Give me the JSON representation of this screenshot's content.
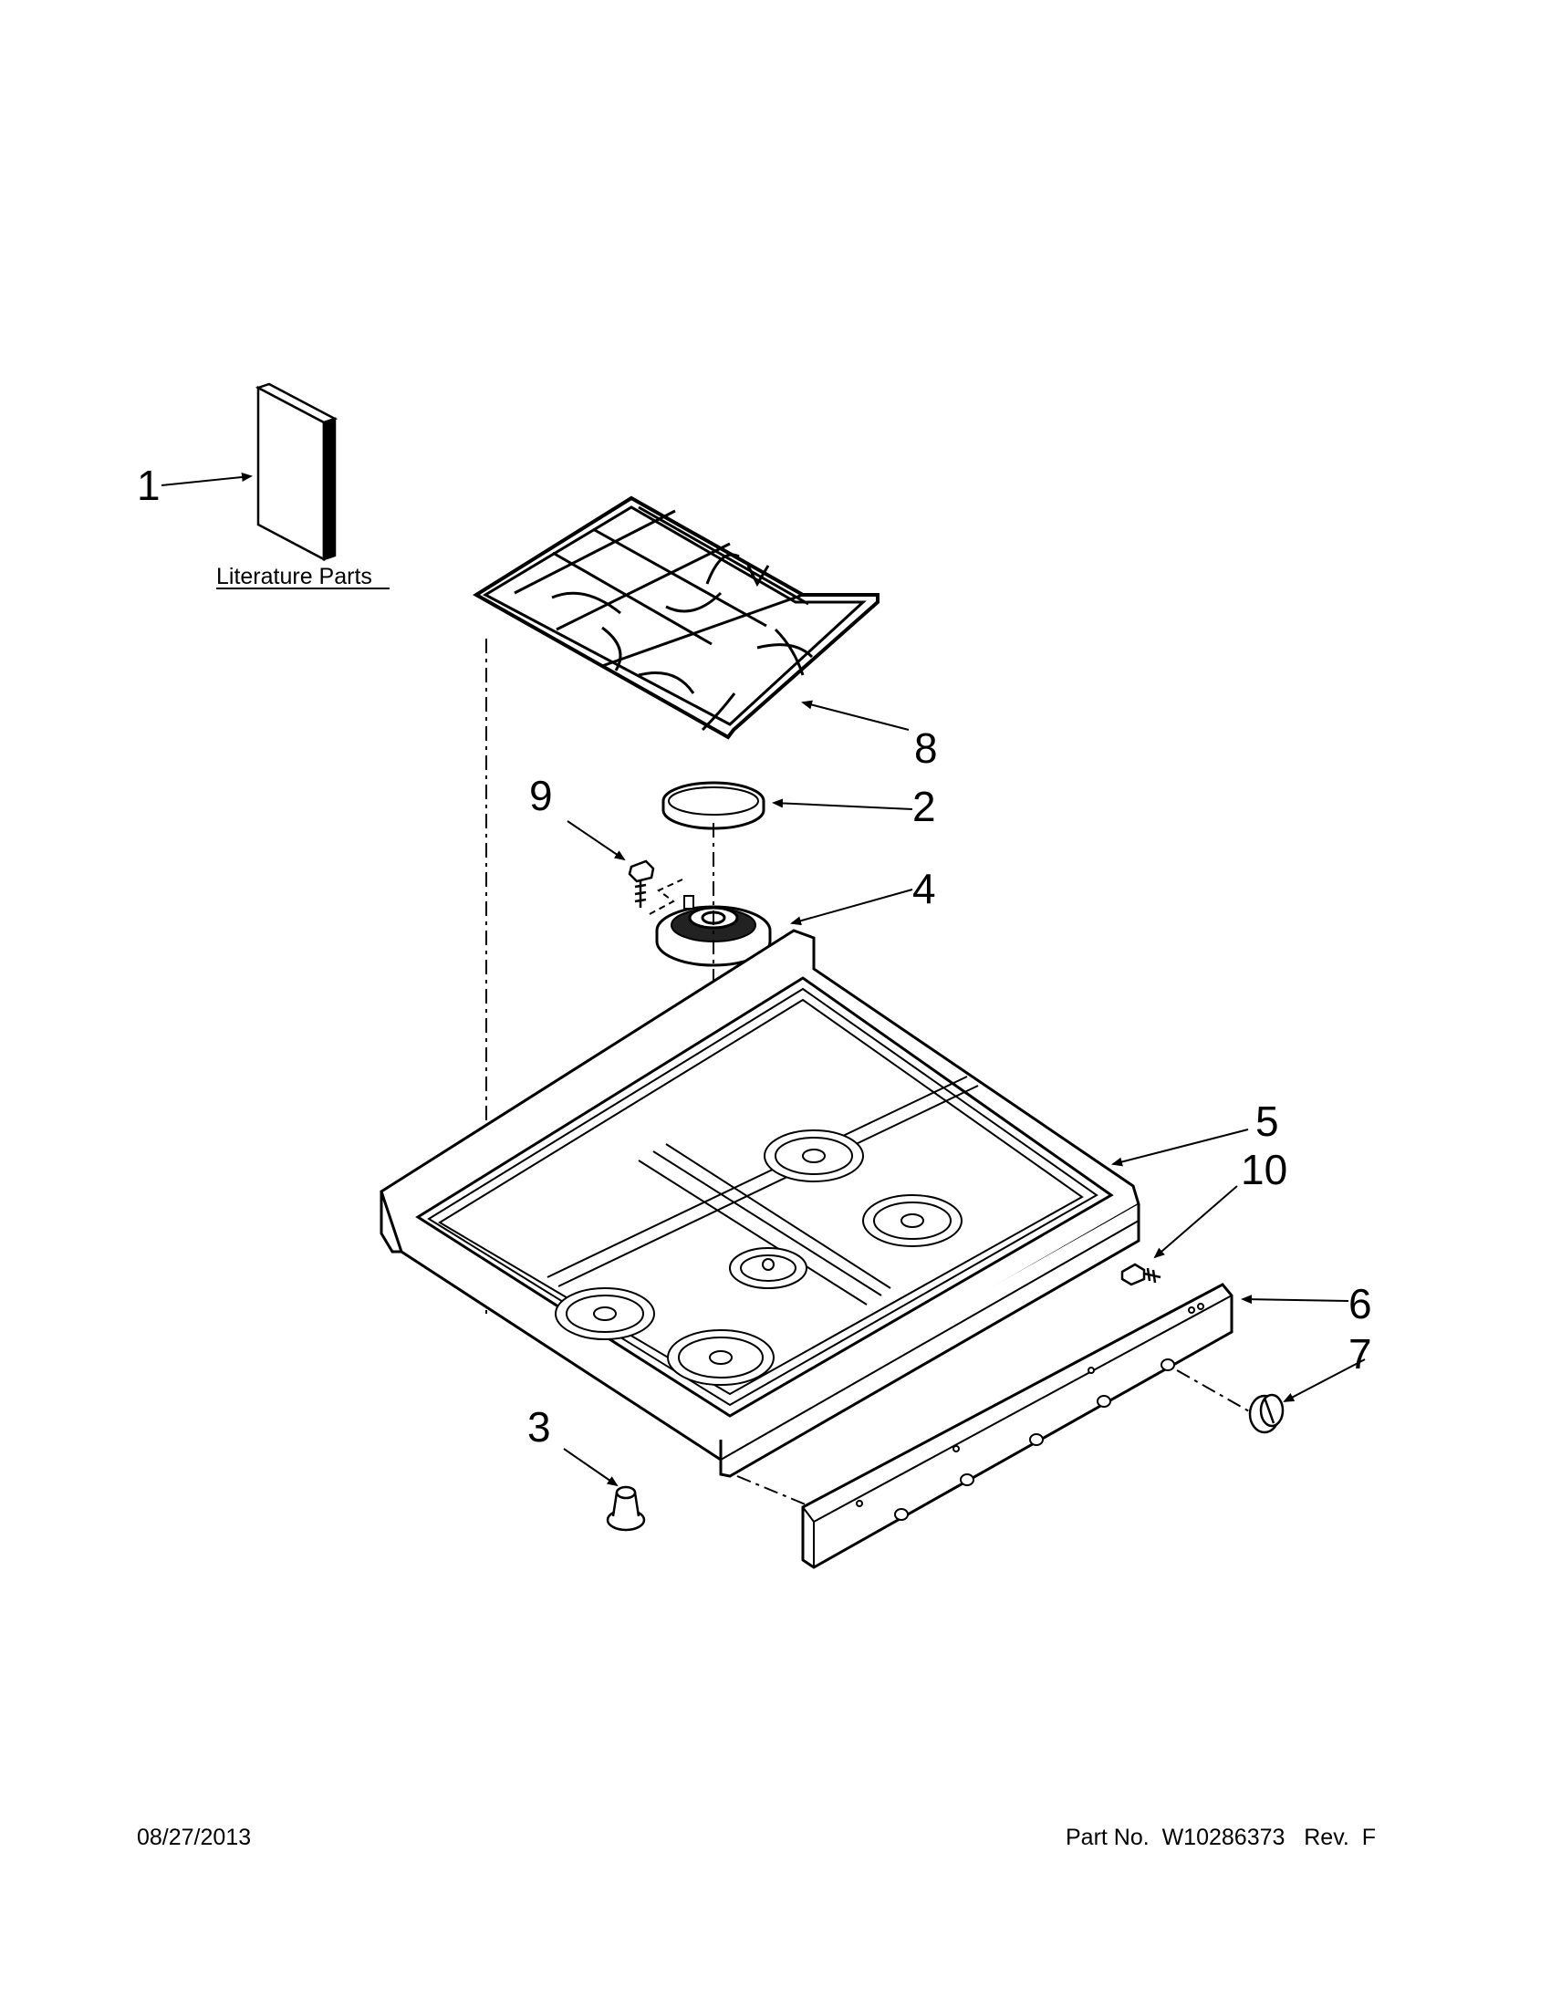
{
  "literature_label": "Literature Parts",
  "callouts": {
    "c1": "1",
    "c2": "2",
    "c3": "3",
    "c4": "4",
    "c5": "5",
    "c6": "6",
    "c7": "7",
    "c8": "8",
    "c9": "9",
    "c10": "10"
  },
  "footer": {
    "date": "08/27/2013",
    "part_number": "Part No.  W10286373   Rev.  F"
  }
}
